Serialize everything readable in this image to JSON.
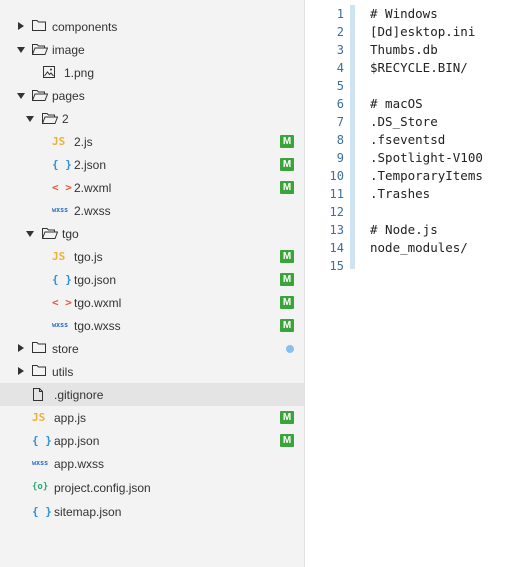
{
  "explorer": {
    "items": [
      {
        "label": "components"
      },
      {
        "label": "image"
      },
      {
        "label": "1.png"
      },
      {
        "label": "pages"
      },
      {
        "label": "2"
      },
      {
        "label": "2.js",
        "icon_text": "JS",
        "status": "M"
      },
      {
        "label": "2.json",
        "icon_text": "{ }",
        "status": "M"
      },
      {
        "label": "2.wxml",
        "icon_text": "< >",
        "status": "M"
      },
      {
        "label": "2.wxss",
        "icon_text": "wxss"
      },
      {
        "label": "tgo"
      },
      {
        "label": "tgo.js",
        "icon_text": "JS",
        "status": "M"
      },
      {
        "label": "tgo.json",
        "icon_text": "{ }",
        "status": "M"
      },
      {
        "label": "tgo.wxml",
        "icon_text": "< >",
        "status": "M"
      },
      {
        "label": "tgo.wxss",
        "icon_text": "wxss",
        "status": "M"
      },
      {
        "label": "store"
      },
      {
        "label": "utils"
      },
      {
        "label": ".gitignore"
      },
      {
        "label": "app.js",
        "icon_text": "JS",
        "status": "M"
      },
      {
        "label": "app.json",
        "icon_text": "{ }",
        "status": "M"
      },
      {
        "label": "app.wxss",
        "icon_text": "wxss"
      },
      {
        "label": "project.config.json",
        "icon_text": "{o}"
      },
      {
        "label": "sitemap.json",
        "icon_text": "{ }"
      }
    ]
  },
  "editor": {
    "lines": [
      {
        "num": "1",
        "text": "# Windows"
      },
      {
        "num": "2",
        "text": "[Dd]esktop.ini"
      },
      {
        "num": "3",
        "text": "Thumbs.db"
      },
      {
        "num": "4",
        "text": "$RECYCLE.BIN/"
      },
      {
        "num": "5",
        "text": ""
      },
      {
        "num": "6",
        "text": "# macOS"
      },
      {
        "num": "7",
        "text": ".DS_Store"
      },
      {
        "num": "8",
        "text": ".fseventsd"
      },
      {
        "num": "9",
        "text": ".Spotlight-V100"
      },
      {
        "num": "10",
        "text": ".TemporaryItems"
      },
      {
        "num": "11",
        "text": ".Trashes"
      },
      {
        "num": "12",
        "text": ""
      },
      {
        "num": "13",
        "text": "# Node.js"
      },
      {
        "num": "14",
        "text": "node_modules/"
      },
      {
        "num": "15",
        "text": ""
      }
    ]
  },
  "colors": {
    "modified_badge": "#3aa33a",
    "changes_dot": "#86bff0",
    "js_icon": "#e8b33a",
    "json_icon": "#2f8fd8",
    "wxml_icon": "#e25c34",
    "wxss_icon": "#2f6fc6",
    "config_icon": "#2aa676"
  }
}
